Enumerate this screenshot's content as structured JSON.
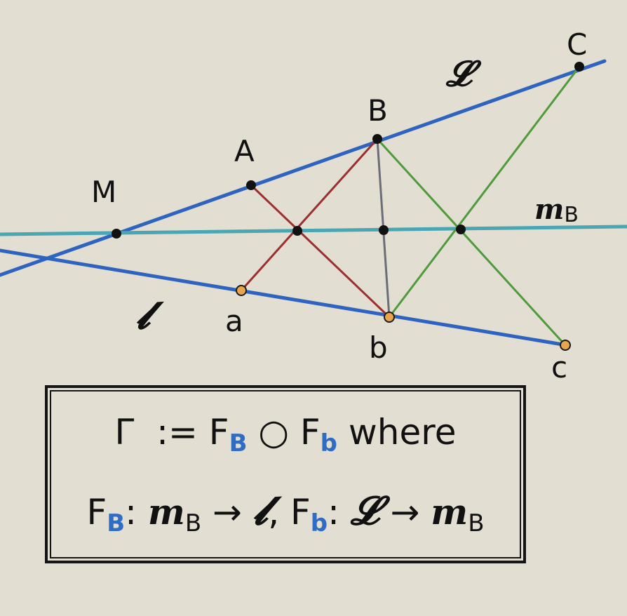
{
  "points": {
    "M": "M",
    "A": "A",
    "B": "B",
    "C": "C",
    "a": "a",
    "b": "b",
    "c": "c"
  },
  "lines": {
    "L": "𝓛",
    "l": "𝓵",
    "mB": {
      "main": "m",
      "sub": "B"
    }
  },
  "formula": {
    "line1": {
      "gamma": "Γ",
      "assign": "  := F",
      "sub_B": "B",
      "compose": " ○ F",
      "sub_b": "b",
      "tail": " where"
    },
    "line2": {
      "F1": "F",
      "sub_B": "B",
      "colon1": ": ",
      "m": "m",
      "m_sub": "B",
      "arrow1": " → ",
      "ell": "𝓵",
      "sep": ", F",
      "sub_b": "b",
      "colon2": ": ",
      "L": "𝓛",
      "arrow2": " → ",
      "m2": "m",
      "m2_sub": "B"
    }
  },
  "colors": {
    "background": "#e2dfd2",
    "line_blue": "#2f63c0",
    "line_teal": "#4aa6b3",
    "segment_red": "#9b2f2f",
    "segment_green": "#4f9a3a",
    "segment_gray": "#6b6d78",
    "point_black": "#111111",
    "point_orange": "#e8a54c",
    "accent_blue": "#2f6cc4"
  }
}
